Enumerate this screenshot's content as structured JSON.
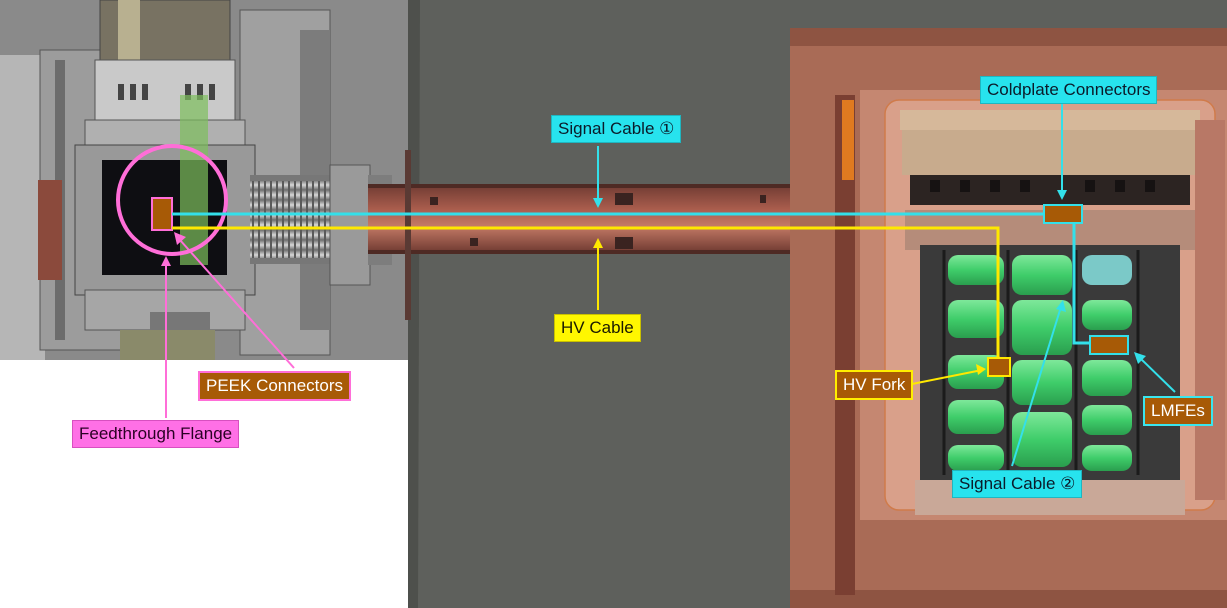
{
  "labels": {
    "signal_cable_1": "Signal Cable ①",
    "signal_cable_2": "Signal Cable ②",
    "hv_cable": "HV Cable",
    "coldplate_connectors": "Coldplate Connectors",
    "hv_fork": "HV Fork",
    "lmfes": "LMFEs",
    "peek_connectors": "PEEK Connectors",
    "feedthrough_flange": "Feedthrough Flange"
  },
  "colors": {
    "signal": "#33e0ea",
    "hv": "#ffe800",
    "flange": "#ff6ed8",
    "connector": "#a75a06",
    "background_gray": "#5e605c",
    "vessel": "#b4735c",
    "pipe": "#8e4a3e",
    "module_green": "#3fcd6a"
  }
}
